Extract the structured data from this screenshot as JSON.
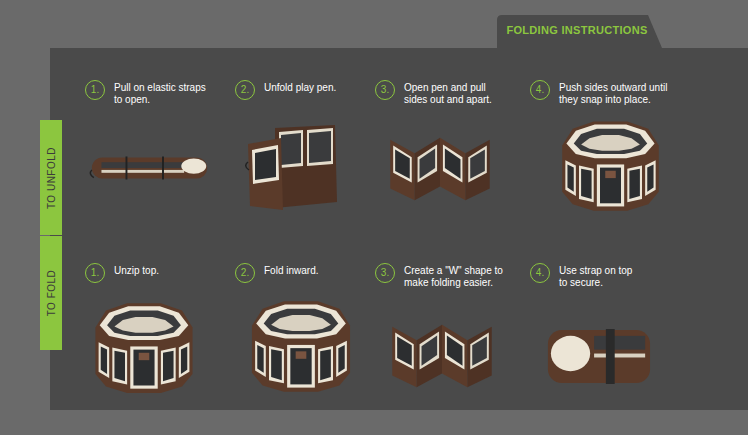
{
  "diagram": {
    "title": "FOLDING INSTRUCTIONS",
    "nodes": [
      {
        "text": [
          "TO UNFOLD"
        ]
      },
      {
        "text": [
          "1.",
          "Pull on elastic straps to open."
        ]
      },
      {
        "text": [
          "2.",
          "Unfold play pen."
        ]
      },
      {
        "text": [
          "3.",
          "Open pen and pull sides out and apart."
        ]
      },
      {
        "text": [
          "4.",
          "Push sides outward until they snap into place."
        ]
      },
      {
        "text": [
          "TO FOLD"
        ]
      },
      {
        "text": [
          "1.",
          "Unzip top."
        ]
      },
      {
        "text": [
          "2.",
          "Fold inward."
        ]
      },
      {
        "text": [
          "3.",
          "Create a \"W\" shape to make folding easier."
        ]
      },
      {
        "text": [
          "4.",
          "Use strap on top to secure."
        ]
      }
    ]
  }
}
